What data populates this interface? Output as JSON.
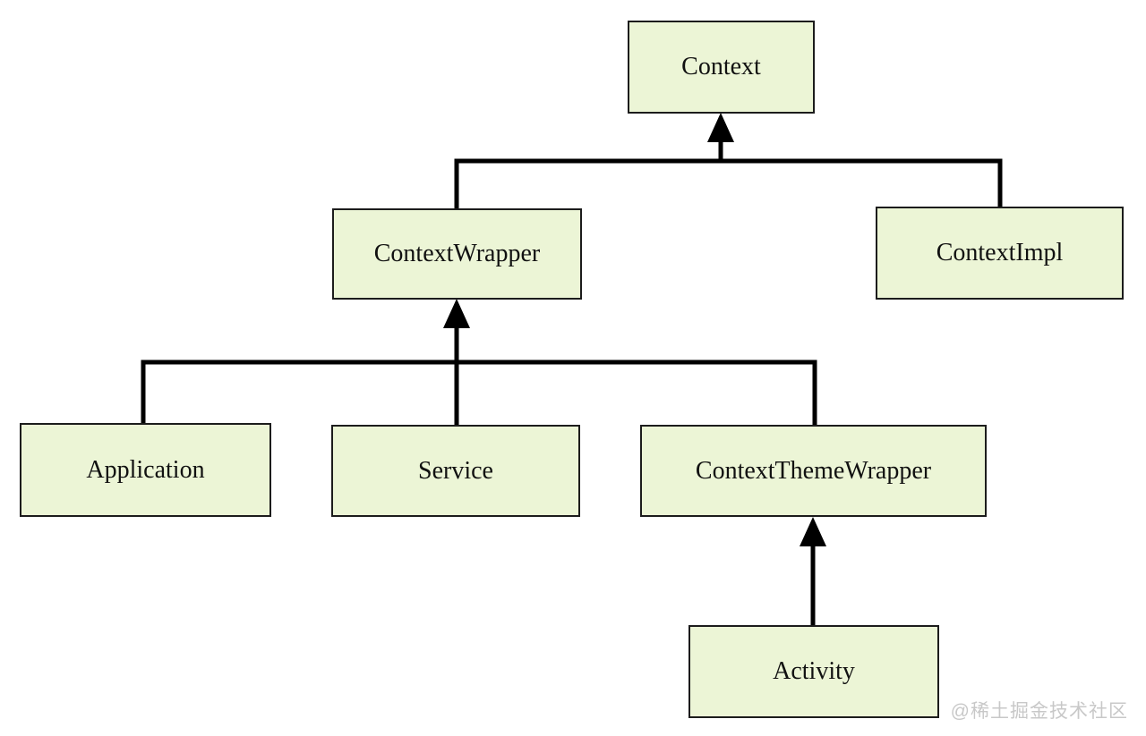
{
  "diagram": {
    "type": "class-hierarchy",
    "nodes": {
      "context": {
        "label": "Context"
      },
      "context_wrapper": {
        "label": "ContextWrapper"
      },
      "context_impl": {
        "label": "ContextImpl"
      },
      "application": {
        "label": "Application"
      },
      "service": {
        "label": "Service"
      },
      "context_theme_wrapper": {
        "label": "ContextThemeWrapper"
      },
      "activity": {
        "label": "Activity"
      }
    },
    "edges": [
      {
        "from": "ContextWrapper",
        "to": "Context",
        "arrowhead": "filled-triangle-at-parent"
      },
      {
        "from": "ContextImpl",
        "to": "Context",
        "arrowhead": "shared-with-sibling"
      },
      {
        "from": "Application",
        "to": "ContextWrapper",
        "arrowhead": "shared-with-sibling"
      },
      {
        "from": "Service",
        "to": "ContextWrapper",
        "arrowhead": "filled-triangle-at-parent"
      },
      {
        "from": "ContextThemeWrapper",
        "to": "ContextWrapper",
        "arrowhead": "shared-with-sibling"
      },
      {
        "from": "Activity",
        "to": "ContextThemeWrapper",
        "arrowhead": "filled-triangle-at-parent"
      }
    ],
    "colors": {
      "node_fill": "#ecf5d6",
      "node_border": "#1c1c1c",
      "connector": "#000000",
      "text": "#111111",
      "background": "#ffffff",
      "watermark_text": "#c8c8c8"
    },
    "watermark": "@稀土掘金技术社区"
  }
}
